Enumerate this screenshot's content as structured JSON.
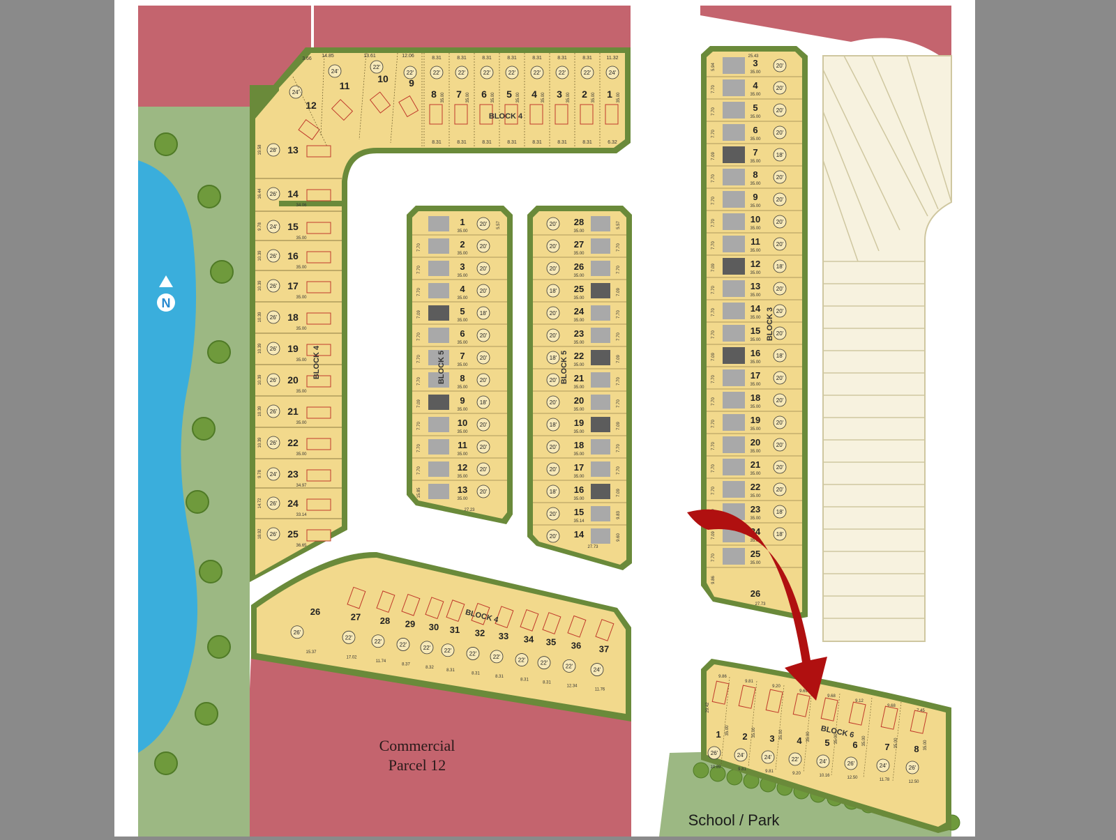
{
  "colors": {
    "frame": "#8a8a8a",
    "background": "#ffffff",
    "commercial": "#c4646e",
    "buffer_green": "#9cb883",
    "lot_outline": "#6a8a3a",
    "lot_fill": "#f2d98c",
    "lot_fill_dark": "#e8c25a",
    "water": "#3aaedc",
    "townhome": "#f7f2df",
    "garage_light": "#a9a9a9",
    "garage_dark": "#5c5c5c",
    "arrow": "#c41010"
  },
  "labels": {
    "commercial_line1": "Commercial",
    "commercial_line2": "Parcel 12",
    "school_park": "School / Park",
    "north": "N"
  },
  "blocks": {
    "block4": "BLOCK 4",
    "block5": "BLOCK 5",
    "block3": "BLOCK 3",
    "block6": "BLOCK 6"
  },
  "block4_top": {
    "lots": [
      "8",
      "7",
      "6",
      "5",
      "4",
      "3",
      "2",
      "1"
    ],
    "frontages": [
      "22'",
      "22'",
      "22'",
      "22'",
      "22'",
      "22'",
      "22'",
      "24'"
    ],
    "depth": "35.00",
    "top_widths": [
      "8.31",
      "8.31",
      "8.31",
      "8.31",
      "8.31",
      "8.31",
      "8.31",
      "11.32"
    ],
    "bottom_widths": [
      "8.31",
      "8.31",
      "8.31",
      "8.31",
      "8.31",
      "8.31",
      "8.31",
      "6.32"
    ]
  },
  "block4_curve_top": {
    "lots": [
      "9",
      "10",
      "11",
      "12"
    ],
    "frontages": [
      "22'",
      "22'",
      "24'",
      "24'"
    ],
    "widths": [
      "12.06",
      "13.61",
      "14.85",
      "3.66"
    ]
  },
  "block4_west": {
    "lots": [
      "13",
      "14",
      "15",
      "16",
      "17",
      "18",
      "19",
      "20",
      "21",
      "22",
      "23",
      "24",
      "25"
    ],
    "frontages": [
      "28'",
      "26'",
      "24'",
      "26'",
      "26'",
      "26'",
      "26'",
      "26'",
      "26'",
      "26'",
      "24'",
      "26'",
      "26'"
    ],
    "depths": [
      "",
      "34.06",
      "35.00",
      "35.00",
      "35.00",
      "35.00",
      "35.00",
      "35.00",
      "35.00",
      "35.00",
      "34.97",
      "33.14",
      "36.65"
    ],
    "widths": [
      "19.58",
      "16.44",
      "9.78",
      "10.39",
      "10.39",
      "10.39",
      "10.39",
      "10.39",
      "10.39",
      "10.39",
      "9.78",
      "14.72",
      "18.92"
    ]
  },
  "block4_south": {
    "lots": [
      "26",
      "27",
      "28",
      "29",
      "30",
      "31",
      "32",
      "33",
      "34",
      "35",
      "36",
      "37"
    ],
    "frontages": [
      "26'",
      "22'",
      "22'",
      "22'",
      "22'",
      "22'",
      "22'",
      "22'",
      "22'",
      "22'",
      "22'",
      "24'"
    ],
    "widths": [
      "15.37",
      "17.02",
      "11.74",
      "8.37",
      "8.32",
      "8.31",
      "8.31",
      "8.31",
      "8.31",
      "8.31",
      "12.34",
      "11.76"
    ]
  },
  "block5_left": {
    "lots": [
      "1",
      "2",
      "3",
      "4",
      "5",
      "6",
      "7",
      "8",
      "9",
      "10",
      "11",
      "12",
      "13"
    ],
    "frontages": [
      "20'",
      "20'",
      "20'",
      "20'",
      "18'",
      "20'",
      "20'",
      "20'",
      "18'",
      "20'",
      "20'",
      "20'",
      "20'"
    ],
    "depth": "35.00",
    "widths": [
      "5.57",
      "7.70",
      "7.70",
      "7.70",
      "7.09",
      "7.70",
      "7.70",
      "7.70",
      "7.09",
      "7.70",
      "7.70",
      "7.70",
      "15.85"
    ],
    "dark": [
      false,
      false,
      false,
      false,
      true,
      false,
      false,
      false,
      true,
      false,
      false,
      false,
      false
    ],
    "bottom_width": "27.23"
  },
  "block5_right": {
    "lots": [
      "28",
      "27",
      "26",
      "25",
      "24",
      "23",
      "22",
      "21",
      "20",
      "19",
      "18",
      "17",
      "16",
      "15",
      "14"
    ],
    "frontages": [
      "20'",
      "20'",
      "20'",
      "18'",
      "20'",
      "20'",
      "18'",
      "20'",
      "20'",
      "18'",
      "20'",
      "20'",
      "18'",
      "20'",
      "20'"
    ],
    "depths": [
      "35.00",
      "35.00",
      "35.00",
      "35.00",
      "35.00",
      "35.00",
      "35.00",
      "35.00",
      "35.00",
      "35.00",
      "35.00",
      "35.00",
      "35.00",
      "35.14",
      ""
    ],
    "widths": [
      "5.57",
      "7.70",
      "7.70",
      "7.09",
      "7.70",
      "7.70",
      "7.09",
      "7.70",
      "7.70",
      "7.09",
      "7.70",
      "7.70",
      "7.09",
      "9.83",
      "9.60"
    ],
    "dark": [
      false,
      false,
      false,
      true,
      false,
      false,
      true,
      false,
      false,
      true,
      false,
      false,
      true,
      false,
      false
    ],
    "bottom_width": "27.73"
  },
  "block3": {
    "lots": [
      "3",
      "4",
      "5",
      "6",
      "7",
      "8",
      "9",
      "10",
      "11",
      "12",
      "13",
      "14",
      "15",
      "16",
      "17",
      "18",
      "19",
      "20",
      "21",
      "22",
      "23",
      "24",
      "25",
      "26"
    ],
    "frontages": [
      "20'",
      "20'",
      "20'",
      "20'",
      "18'",
      "20'",
      "20'",
      "20'",
      "20'",
      "18'",
      "20'",
      "20'",
      "20'",
      "18'",
      "20'",
      "20'",
      "20'",
      "20'",
      "20'",
      "20'",
      "18'",
      "18'",
      "",
      ""
    ],
    "depth": "35.00",
    "widths": [
      "5.94",
      "7.70",
      "7.70",
      "7.70",
      "7.09",
      "7.70",
      "7.70",
      "7.70",
      "7.70",
      "7.09",
      "7.70",
      "7.70",
      "7.70",
      "7.09",
      "7.70",
      "7.70",
      "7.70",
      "7.70",
      "7.70",
      "7.70",
      "7.09",
      "7.09",
      "7.70",
      "9.86"
    ],
    "dark": [
      false,
      false,
      false,
      false,
      true,
      false,
      false,
      false,
      false,
      true,
      false,
      false,
      false,
      true,
      false,
      false,
      false,
      false,
      false,
      false,
      false,
      false,
      false,
      false
    ],
    "top_width": "25.43",
    "bottom_width": "27.73"
  },
  "block6": {
    "lots": [
      "1",
      "2",
      "3",
      "4",
      "5",
      "6",
      "7",
      "8"
    ],
    "frontages": [
      "26'",
      "24'",
      "24'",
      "22'",
      "24'",
      "26'",
      "24'",
      "26'"
    ],
    "depth": "35.00",
    "top_widths": [
      "9.86",
      "9.81",
      "9.20",
      "9.69",
      "9.68",
      "9.12",
      "9.68",
      "7.45"
    ],
    "bottom_widths": [
      "10.89",
      "9.81",
      "9.81",
      "9.20",
      "10.16",
      "12.50",
      "11.78",
      "12.50"
    ],
    "side_width": "29.42"
  }
}
